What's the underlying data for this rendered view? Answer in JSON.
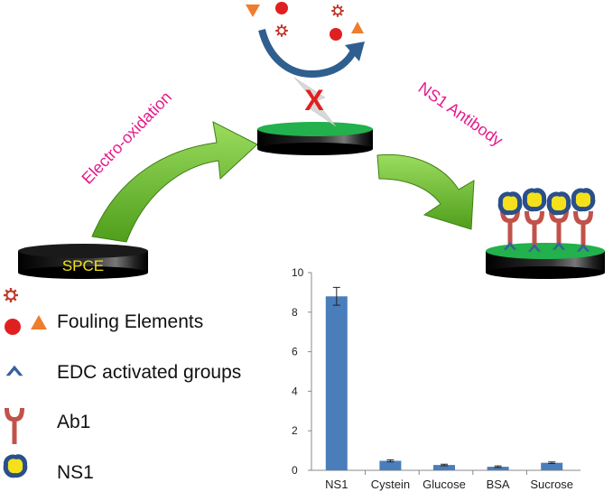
{
  "diagram": {
    "arrow1_label": "Electro-oxidation",
    "arrow2_label": "NS1 Antibody",
    "electrode_label": "SPCE",
    "block_mark": "X",
    "colors": {
      "arrow_green": "#6abf2a",
      "label_magenta": "#e6198c",
      "electrode_black": "#111111",
      "surface_green": "#22b14c",
      "antibody_red": "#c1524a",
      "edc_blue": "#3a5f9e",
      "ns1_yellow": "#f5e11a",
      "ns1_blue_outline": "#2a4f8a",
      "fouling_red": "#e02020",
      "fouling_orange": "#ef7d2c",
      "curved_arrow_blue": "#2f5f8e",
      "spce_text_yellow": "#f2e21a"
    }
  },
  "legend": {
    "items": [
      {
        "label": "Fouling Elements",
        "icons": [
          "gear-icon",
          "red-circle-icon",
          "orange-triangle-icon"
        ]
      },
      {
        "label": "EDC activated groups",
        "icons": [
          "chevron-icon"
        ]
      },
      {
        "label": "Ab1",
        "icons": [
          "antibody-icon"
        ]
      },
      {
        "label": "NS1",
        "icons": [
          "ns1-blob-icon"
        ]
      }
    ]
  },
  "chart_data": {
    "type": "bar",
    "categories": [
      "NS1",
      "Cystein",
      "Glucose",
      "BSA",
      "Sucrose"
    ],
    "values": [
      8.8,
      0.48,
      0.27,
      0.18,
      0.38
    ],
    "errors": [
      0.45,
      0.05,
      0.04,
      0.04,
      0.04
    ],
    "ylim": [
      0,
      10
    ],
    "yticks": [
      "0",
      "2",
      "4",
      "6",
      "8",
      "10"
    ],
    "bar_color": "#4a7ebb",
    "grid": false,
    "title": "",
    "xlabel": "",
    "ylabel": ""
  }
}
